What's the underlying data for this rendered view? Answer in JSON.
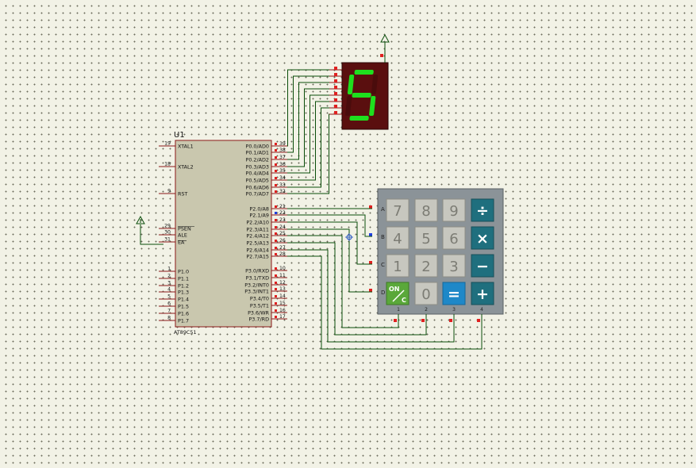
{
  "mcu": {
    "ref": "U1",
    "part": "AT89C51",
    "left_pins": [
      {
        "num": "19",
        "label": "XTAL1"
      },
      {
        "num": "18",
        "label": "XTAL2"
      },
      {
        "num": "9",
        "label": "RST"
      },
      {
        "num": "29",
        "label": "PSEN"
      },
      {
        "num": "30",
        "label": "ALE"
      },
      {
        "num": "31",
        "label": "EA"
      },
      {
        "num": "1",
        "label": "P1.0"
      },
      {
        "num": "2",
        "label": "P1.1"
      },
      {
        "num": "3",
        "label": "P1.2"
      },
      {
        "num": "4",
        "label": "P1.3"
      },
      {
        "num": "5",
        "label": "P1.4"
      },
      {
        "num": "6",
        "label": "P1.5"
      },
      {
        "num": "7",
        "label": "P1.6"
      },
      {
        "num": "8",
        "label": "P1.7"
      }
    ],
    "right_pins": [
      {
        "num": "39",
        "label": "P0.0/AD0"
      },
      {
        "num": "38",
        "label": "P0.1/AD1"
      },
      {
        "num": "37",
        "label": "P0.2/AD2"
      },
      {
        "num": "36",
        "label": "P0.3/AD3"
      },
      {
        "num": "35",
        "label": "P0.4/AD4"
      },
      {
        "num": "34",
        "label": "P0.5/AD5"
      },
      {
        "num": "33",
        "label": "P0.6/AD6"
      },
      {
        "num": "32",
        "label": "P0.7/AD7"
      },
      {
        "num": "21",
        "label": "P2.0/A8"
      },
      {
        "num": "22",
        "label": "P2.1/A9"
      },
      {
        "num": "23",
        "label": "P2.2/A10"
      },
      {
        "num": "24",
        "label": "P2.3/A11"
      },
      {
        "num": "25",
        "label": "P2.4/A12"
      },
      {
        "num": "26",
        "label": "P2.5/A13"
      },
      {
        "num": "27",
        "label": "P2.6/A14"
      },
      {
        "num": "28",
        "label": "P2.7/A15"
      },
      {
        "num": "10",
        "label": "P3.0/RXD"
      },
      {
        "num": "11",
        "label": "P3.1/TXD"
      },
      {
        "num": "12",
        "label": "P3.2/INT0"
      },
      {
        "num": "13",
        "label": "P3.3/INT1"
      },
      {
        "num": "14",
        "label": "P3.4/T0"
      },
      {
        "num": "15",
        "label": "P3.5/T1"
      },
      {
        "num": "16",
        "label": "P3.6/WR"
      },
      {
        "num": "17",
        "label": "P3.7/RD"
      }
    ]
  },
  "display": {
    "digit": "5",
    "segment_on_color": "#1ee01e",
    "segment_off_color": "#4a0c0c",
    "body_color": "#5a0f0f"
  },
  "keypad": {
    "row_labels": [
      "A",
      "B",
      "C",
      "D"
    ],
    "col_labels": [
      "1",
      "2",
      "3",
      "4"
    ],
    "keys": [
      [
        "7",
        "8",
        "9",
        "÷"
      ],
      [
        "4",
        "5",
        "6",
        "×"
      ],
      [
        "1",
        "2",
        "3",
        "−"
      ],
      [
        "ON/C",
        "0",
        "=",
        "+"
      ]
    ]
  }
}
